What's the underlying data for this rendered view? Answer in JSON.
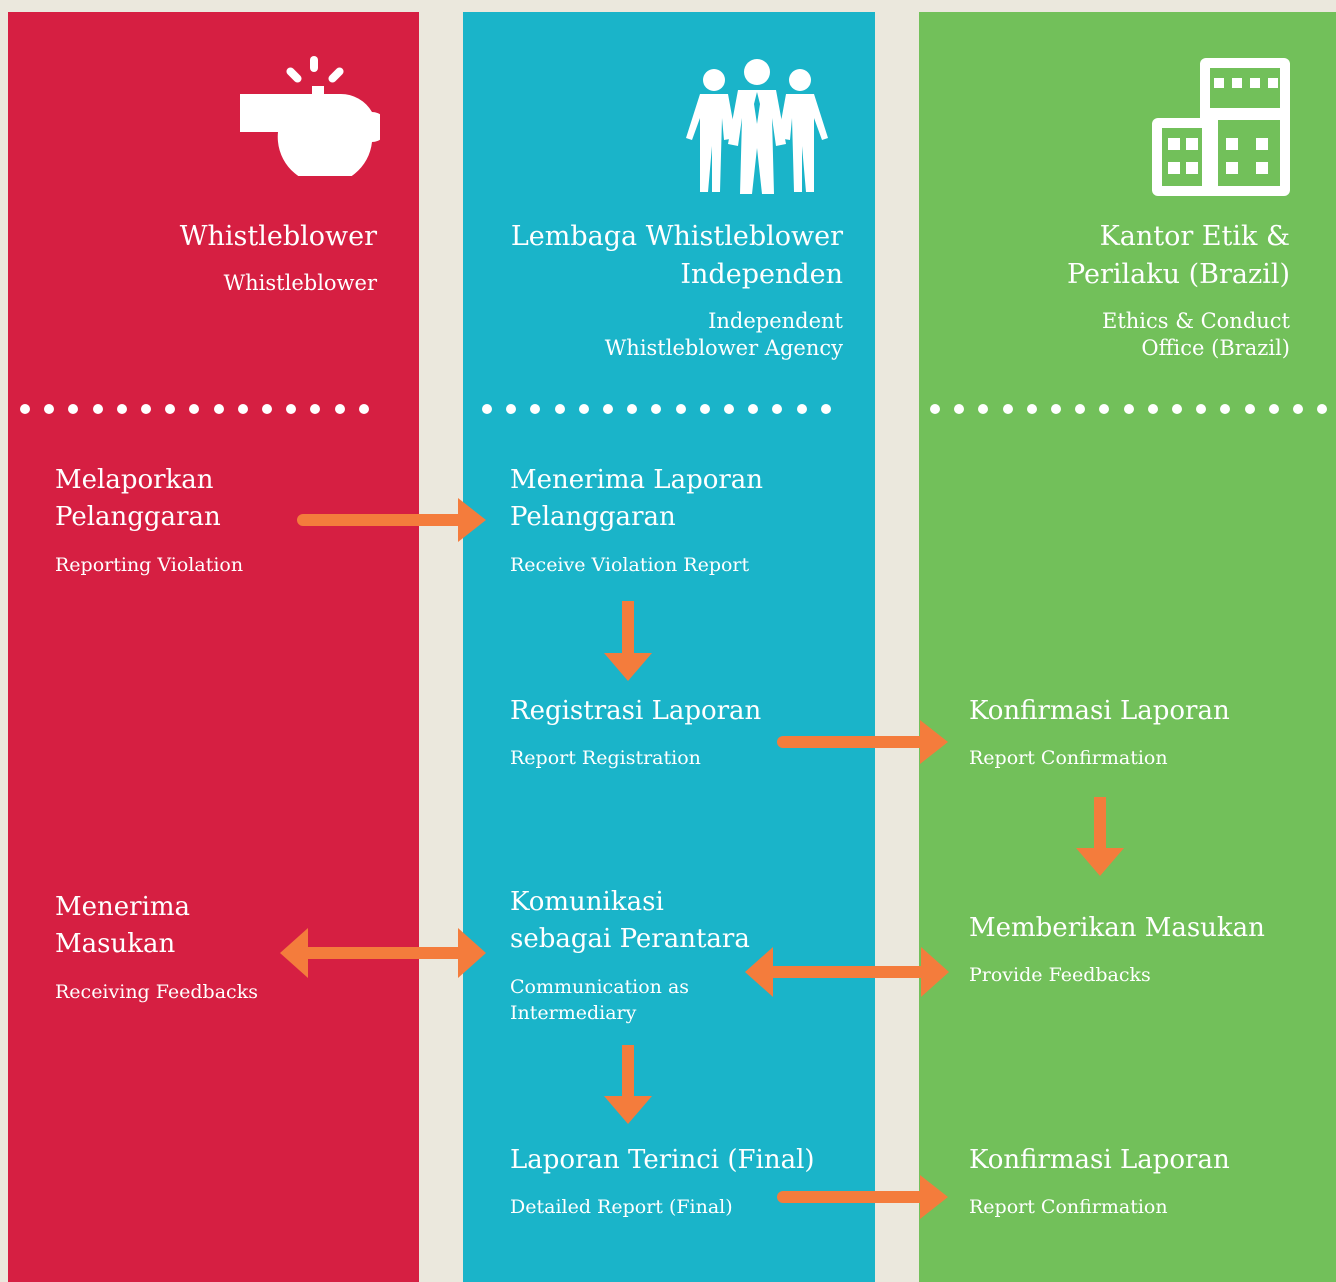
{
  "colors": {
    "background": "#ebe8dd",
    "whistleblower": "#d61f42",
    "agency": "#1ab4c9",
    "ethics_office": "#72c05a",
    "arrow": "#f47c3c",
    "text": "#ffffff"
  },
  "icons": [
    "whistle-icon",
    "people-group-icon",
    "office-building-icon"
  ],
  "columns": {
    "whistleblower": {
      "title": "Whistleblower",
      "subtitle": "Whistleblower",
      "steps": [
        {
          "title": "Melaporkan\nPelanggaran",
          "subtitle": "Reporting Violation"
        },
        {
          "title": "Menerima\nMasukan",
          "subtitle": "Receiving Feedbacks"
        }
      ]
    },
    "agency": {
      "title": "Lembaga Whistleblower\nIndependen",
      "subtitle": "Independent\nWhistleblower Agency",
      "steps": [
        {
          "title": "Menerima Laporan\nPelanggaran",
          "subtitle": "Receive Violation Report"
        },
        {
          "title": "Registrasi Laporan",
          "subtitle": "Report Registration"
        },
        {
          "title": "Komunikasi\nsebagai Perantara",
          "subtitle": "Communication as\nIntermediary"
        },
        {
          "title": "Laporan Terinci (Final)",
          "subtitle": "Detailed Report (Final)"
        }
      ]
    },
    "ethics_office": {
      "title": "Kantor Etik &\nPerilaku (Brazil)",
      "subtitle": "Ethics & Conduct\nOffice (Brazil)",
      "steps": [
        {
          "title": "Konfirmasi Laporan",
          "subtitle": "Report Confirmation"
        },
        {
          "title": "Memberikan Masukan",
          "subtitle": "Provide Feedbacks"
        },
        {
          "title": "Konfirmasi Laporan",
          "subtitle": "Report Confirmation"
        }
      ]
    }
  }
}
